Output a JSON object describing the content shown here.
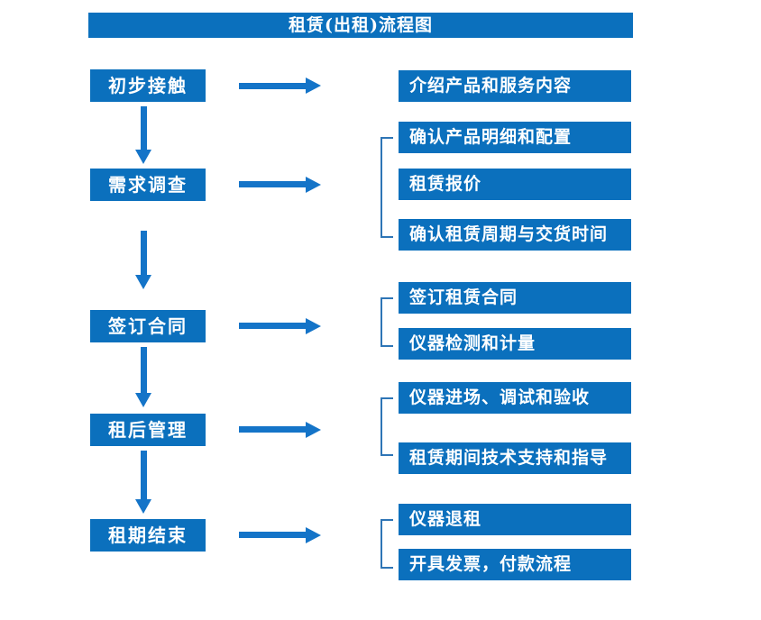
{
  "title": "租赁(出租)流程图",
  "colors": {
    "box_fill": "#0b70bd",
    "arrow": "#1474c8",
    "bracket": "#2e75b6",
    "text": "#ffffff",
    "background": "#ffffff"
  },
  "stages": [
    {
      "label": "初步接触",
      "details": [
        "介绍产品和服务内容"
      ]
    },
    {
      "label": "需求调查",
      "details": [
        "确认产品明细和配置",
        "租赁报价",
        "确认租赁周期与交货时间"
      ]
    },
    {
      "label": "签订合同",
      "details": [
        "签订租赁合同",
        "仪器检测和计量"
      ]
    },
    {
      "label": "租后管理",
      "details": [
        "仪器进场、调试和验收",
        "租赁期间技术支持和指导"
      ]
    },
    {
      "label": "租期结束",
      "details": [
        "仪器退租",
        "开具发票，付款流程"
      ]
    }
  ]
}
